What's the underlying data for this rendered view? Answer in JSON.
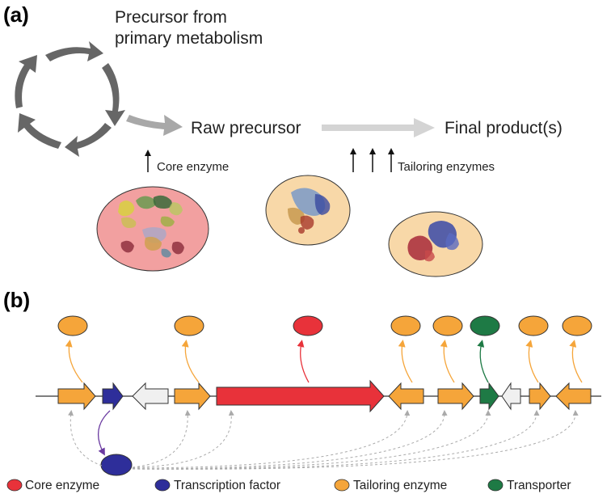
{
  "panel_a": {
    "label": "(a)",
    "precursor_line1": "Precursor from",
    "precursor_line2": "primary metabolism",
    "raw_precursor": "Raw precursor",
    "final_products": "Final product(s)",
    "core_enzyme": "Core enzyme",
    "tailoring_enzymes": "Tailoring enzymes"
  },
  "panel_b": {
    "label": "(b)"
  },
  "legend": [
    {
      "label": "Core enzyme",
      "color": "#e8323a"
    },
    {
      "label": "Transcription factor",
      "color": "#2e2e9a"
    },
    {
      "label": "Tailoring enzyme",
      "color": "#f5a53a"
    },
    {
      "label": "Transporter",
      "color": "#1e7a45"
    }
  ],
  "colors": {
    "cycle_arrows": "#666666",
    "raw_arrow": "#a8a8a8",
    "flow_arrow": "#d4d4d4",
    "core_enzyme": "#e8323a",
    "transcription_factor": "#2e2e9a",
    "tailoring_enzyme": "#f5a53a",
    "transporter": "#1e7a45",
    "other_gene": "#f0f0f0",
    "core_complex_bg": "#f2a0a0",
    "tailoring_bg": "#f8d8a8"
  }
}
